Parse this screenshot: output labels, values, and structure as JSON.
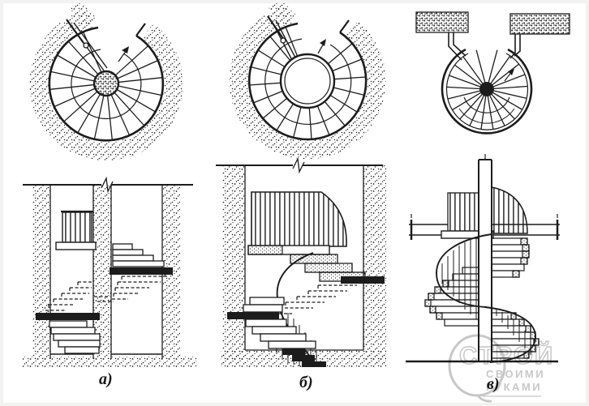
{
  "figure": {
    "panels": [
      {
        "label": "а)"
      },
      {
        "label": "б)"
      },
      {
        "label": "в)"
      }
    ],
    "watermark": {
      "brand": "СТРОЙ",
      "tagline_line1": "СВОИМИ",
      "tagline_line2": "РУКАМИ"
    }
  },
  "colors": {
    "ink": "#1c1c1c",
    "paper": "#ffffff",
    "watermark_gray": "#c3c3c3"
  }
}
